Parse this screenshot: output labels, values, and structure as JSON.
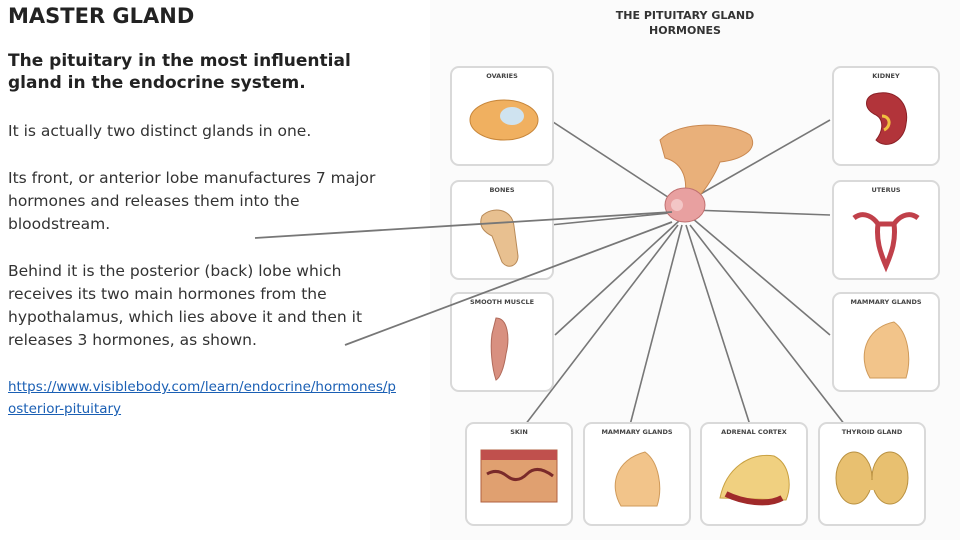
{
  "text": {
    "title": "MASTER GLAND",
    "subtitle": "The pituitary in the most influential gland in the endocrine system.",
    "para1": "It is actually two distinct glands in one.",
    "para2": "Its front, or anterior lobe manufactures 7 major hormones and releases them into the bloodstream.",
    "para3": "Behind it is the posterior (back) lobe which receives its two main hormones from the hypothalamus, which lies above it and then it releases 3 hormones, as shown.",
    "link": "https://www.visiblebody.com/learn/endocrine/hormones/posterior-pituitary"
  },
  "diagram": {
    "title_line1": "THE PITUITARY GLAND",
    "title_line2": "HORMONES",
    "boxes": {
      "top_left": "OVARIES",
      "mid_left": "BONES",
      "low_left": "SMOOTH MUSCLE",
      "top_right": "KIDNEY",
      "mid_right": "UTERUS",
      "low_right": "MAMMARY GLANDS",
      "bottom_1": "SKIN",
      "bottom_2": "MAMMARY GLANDS",
      "bottom_3": "ADRENAL CORTEX",
      "bottom_4": "THYROID GLAND"
    }
  },
  "colors": {
    "link": "#1a5fb4",
    "organ": "#e8a070",
    "muscle": "#c0504d"
  }
}
